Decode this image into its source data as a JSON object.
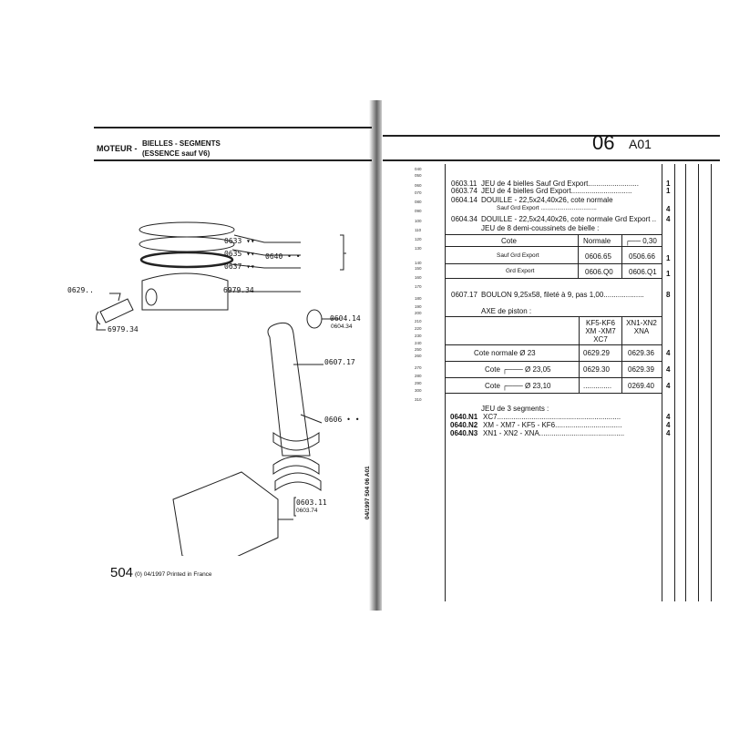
{
  "left": {
    "section": "MOTEUR -",
    "subtitle1": "BIELLES - SEGMENTS",
    "subtitle2": "(ESSENCE sauf V6)",
    "labels": {
      "r1": "0633 ▾▾",
      "r2": "0635 ▾▾",
      "r3": "0637 ▾▾",
      "set": "0640 • •",
      "clip1": "6979.34",
      "pin": "0629..",
      "clip2": "6979.34",
      "bush1": "0604.14",
      "bush2": "0604.34",
      "bolt": "0607.17",
      "bearing": "0606 • •",
      "kit1": "0603.11",
      "kit2": "0603.74"
    },
    "footer_model": "504",
    "footer_rest": "(0) 04/1997 Printed in France"
  },
  "right": {
    "group": "06",
    "sheet": "A01",
    "side_code": "04/1997  504  06  A01",
    "line_numbers": [
      "040",
      "050",
      "060",
      "070",
      "080",
      "090",
      "100",
      "110",
      "120",
      "130",
      "140",
      "150",
      "160",
      "170",
      "180",
      "190",
      "200",
      "210",
      "220",
      "230",
      "240",
      "250",
      "260",
      "270",
      "280",
      "290",
      "300",
      "310"
    ],
    "lines": [
      {
        "ref": "0603.11",
        "text": "JEU de 4 bielles Sauf Grd Export.........................",
        "qty": "1"
      },
      {
        "ref": "0603.74",
        "text": "JEU de 4 bielles Grd Export..............................",
        "qty": "1"
      },
      {
        "ref": "0604.14",
        "text": "DOUILLE - 22,5x24,40x26, cote normale",
        "qty": ""
      },
      {
        "ref": "",
        "text": "Sauf Grd Export ..................................",
        "qty": "4"
      },
      {
        "ref": "0604.34",
        "text": "DOUILLE - 22,5x24,40x26, cote normale Grd Export ..",
        "qty": "4"
      },
      {
        "ref": "",
        "text": "JEU de 8 demi-coussinets de bielle :",
        "qty": ""
      }
    ],
    "bearing_table": {
      "headers": [
        "Cote",
        "Normale",
        "0,30"
      ],
      "rows": [
        {
          "cote": "Sauf Grd Export",
          "normale": "0606.65",
          "over": "0506.66",
          "qty": "1"
        },
        {
          "cote": "Grd Export",
          "normale": "0606.Q0",
          "over": "0606.Q1",
          "qty": "1"
        }
      ]
    },
    "bolt": {
      "ref": "0607.17",
      "text": "BOULON 9,25x58, fileté à 9, pas 1,00....................",
      "qty": "8"
    },
    "pin_title": "AXE de piston :",
    "pin_table": {
      "headers": [
        "KF5-KF6 XM -XM7 XC7",
        "XN1-XN2 XNA"
      ],
      "rows": [
        {
          "cote": "Cote normale  Ø   23",
          "a": "0629.29",
          "b": "0629.36",
          "qty": "4"
        },
        {
          "cote": "Cote ┌─── Ø  23,05",
          "a": "0629.30",
          "b": "0629.39",
          "qty": "4"
        },
        {
          "cote": "Cote ┌─── Ø  23,10",
          "a": "..............",
          "b": "0269.40",
          "qty": "4"
        }
      ]
    },
    "seg_title": "JEU de 3 segments :",
    "segments": [
      {
        "ref": "0640.N1",
        "text": "XC7.............................................................",
        "qty": "4"
      },
      {
        "ref": "0640.N2",
        "text": "XM - XM7 - KF5 - KF6.................................",
        "qty": "4"
      },
      {
        "ref": "0640.N3",
        "text": "XN1 - XN2 - XNA..........................................",
        "qty": "4"
      }
    ]
  }
}
